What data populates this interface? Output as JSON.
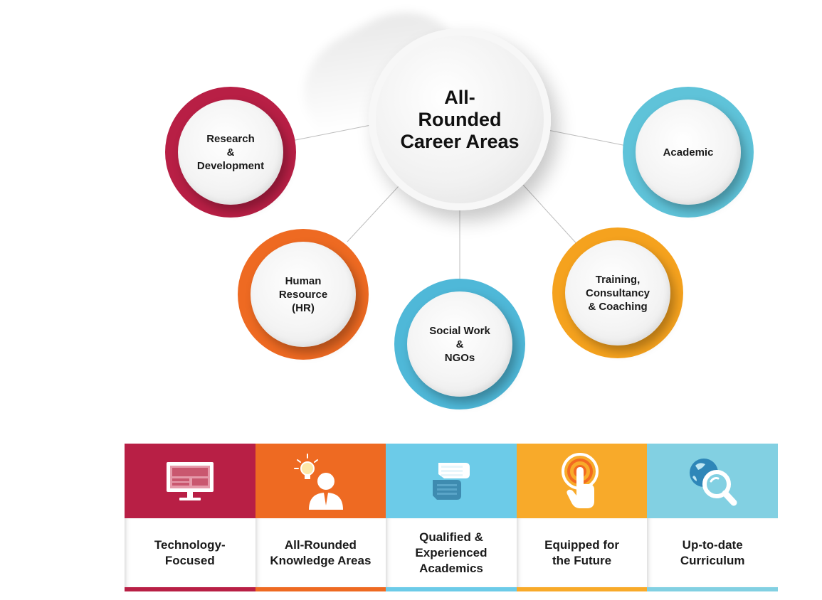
{
  "hub": {
    "title": "All-\nRounded\nCareer Areas"
  },
  "career_areas": [
    {
      "label": "Research\n&\nDevelopment",
      "color": "#b81f45"
    },
    {
      "label": "Academic",
      "color": "#5fc3d9"
    },
    {
      "label": "Human\nResource\n(HR)",
      "color": "#ee6a22"
    },
    {
      "label": "Social Work\n&\nNGOs",
      "color": "#4fb8d8"
    },
    {
      "label": "Training,\nConsultancy\n& Coaching",
      "color": "#f5a21e"
    }
  ],
  "features": [
    {
      "label": "Technology-\nFocused",
      "color": "#b81f45",
      "icon": "monitor-icon"
    },
    {
      "label": "All-Rounded\nKnowledge Areas",
      "color": "#ee6a22",
      "icon": "lightbulb-person-icon"
    },
    {
      "label": "Qualified &\nExperienced\nAcademics",
      "color": "#6ccbe8",
      "icon": "handshake-icon"
    },
    {
      "label": "Equipped for\nthe Future",
      "color": "#f8aa2a",
      "icon": "touch-finger-icon"
    },
    {
      "label": "Up-to-date\nCurriculum",
      "color": "#82d0e2",
      "icon": "globe-magnifier-icon"
    }
  ]
}
